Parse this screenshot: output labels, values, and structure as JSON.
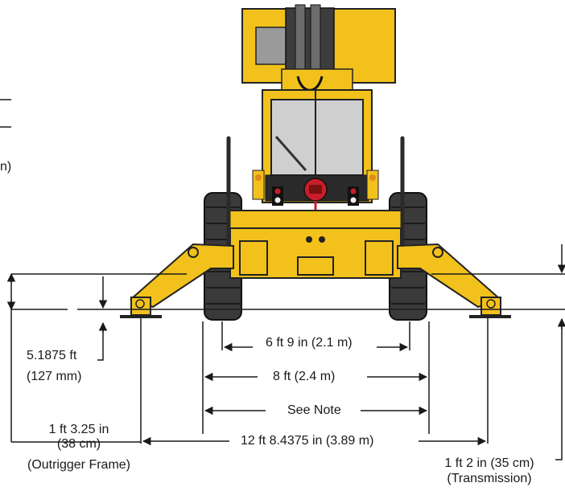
{
  "labels": {
    "inner_track": "6 ft 9 in (2.1 m)",
    "outer_track": "8 ft (2.4 m)",
    "see_note": "See Note",
    "overall_width": "12 ft 8.4375 in (3.89 m)",
    "clearance_value": "5.1875 ft",
    "clearance_metric": "(127 mm)",
    "outrigger_value": "1 ft 3.25 in",
    "outrigger_metric": "(38 cm)",
    "outrigger_name": "(Outrigger Frame)",
    "transmission_value": "1 ft 2 in (35 cm)",
    "transmission_name": "(Transmission)",
    "cut_fragment": "n)"
  },
  "colors": {
    "machine_yellow": "#f2c11c",
    "tire": "#3a3a3a",
    "dark": "#222222",
    "glass": "#cfcfcf",
    "light_red": "#c81e2a",
    "line": "#1a1a1a"
  },
  "icons": {
    "reflector": "amber-reflector-icon",
    "tail_light": "tail-light-icon",
    "hitch": "tow-hitch-icon"
  }
}
